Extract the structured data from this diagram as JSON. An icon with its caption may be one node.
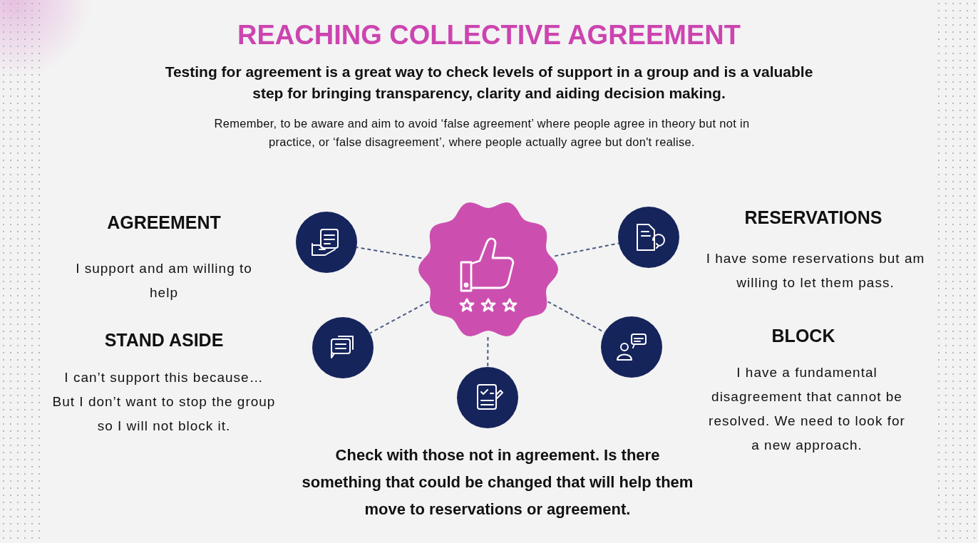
{
  "diagram": {
    "title": "REACHING COLLECTIVE AGREEMENT",
    "nodes": [
      {
        "text": [],
        "shape": "circle"
      },
      {
        "text": [],
        "shape": "circle",
        "beside": [
          "AGREEMENT",
          "I support and am willing to help"
        ]
      },
      {
        "text": [],
        "shape": "circle",
        "beside": [
          "RESERVATIONS",
          "I have some reservations but am willing to let them pass."
        ]
      },
      {
        "text": [],
        "shape": "circle",
        "beside": [
          "STAND ASIDE",
          "I can’t support this because… But I don’t want to stop the group so I will not block it."
        ]
      },
      {
        "text": [],
        "shape": "circle",
        "beside": [
          "BLOCK",
          "I have a fundamental disagreement that cannot be resolved. We need to look for a new approach."
        ]
      },
      {
        "text": [],
        "shape": "circle",
        "beside": [
          "Check with those not in agreement. Is there something that could be changed that will help them move to reservations or agreement."
        ]
      }
    ],
    "edges": [
      {
        "from": 0,
        "to": 1,
        "arrow": "none",
        "style": "dashed"
      },
      {
        "from": 0,
        "to": 2,
        "arrow": "none",
        "style": "dashed"
      },
      {
        "from": 0,
        "to": 3,
        "arrow": "none",
        "style": "dashed"
      },
      {
        "from": 0,
        "to": 4,
        "arrow": "none",
        "style": "dashed"
      },
      {
        "from": 0,
        "to": 5,
        "arrow": "none",
        "style": "dashed"
      }
    ],
    "labels": [
      "Testing for agreement is a great way to check levels of support in a group and is a valuable step for bringing transparency, clarity and aiding decision making.",
      "Remember, to be aware and aim to avoid ‘false agreement’ where people agree in theory but not in practice, or ‘false disagreement’, where people actually agree but don't realise."
    ]
  }
}
